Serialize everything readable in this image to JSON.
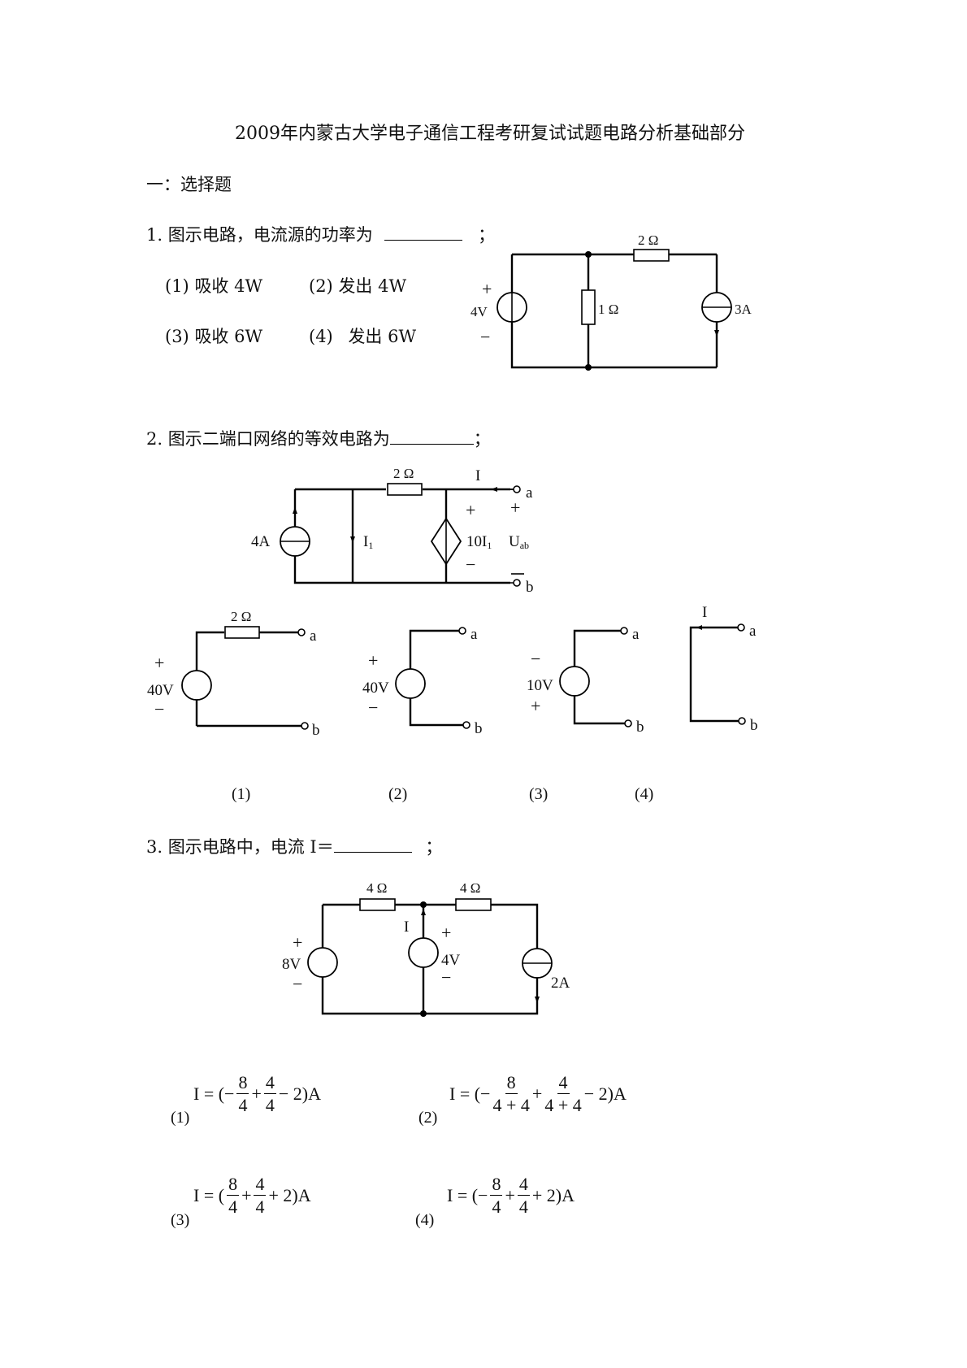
{
  "document": {
    "title": "2009年内蒙古大学电子通信工程考研复试试题电路分析基础部分",
    "section": "一：选择题"
  },
  "q1": {
    "number": "1.",
    "stem": "图示电路，电流源的功率为",
    "end": "；",
    "options": [
      {
        "num": "(1)",
        "text": "吸收 4W"
      },
      {
        "num": "(2)",
        "text": "发出 4W"
      },
      {
        "num": "(3)",
        "text": "吸收 6W"
      },
      {
        "num": "(4)",
        "text": "发出 6W"
      }
    ],
    "circuit": {
      "vsource_label": "4V",
      "plus": "+",
      "minus": "−",
      "r1_label": "1 Ω",
      "r2_label": "2 Ω",
      "isource_label": "3A"
    }
  },
  "q2": {
    "number": "2.",
    "stem": "图示二端口网络的等效电路为",
    "end": "；",
    "circuit": {
      "isource_label": "4A",
      "i1_label": "I",
      "i1_sub": "1",
      "r_label": "2 Ω",
      "dep_label": "10I",
      "dep_sub": "1",
      "i_label": "I",
      "uab_label": "U",
      "uab_sub": "ab",
      "term_a": "a",
      "term_b": "b",
      "plus": "+",
      "minus": "−"
    },
    "options": [
      {
        "num": "(1)",
        "source": "40V",
        "top": "+",
        "bottom": "−",
        "resistor": "2 Ω"
      },
      {
        "num": "(2)",
        "source": "40V",
        "top": "+",
        "bottom": "−"
      },
      {
        "num": "(3)",
        "source": "10V",
        "top": "−",
        "bottom": "+"
      },
      {
        "num": "(4)",
        "current": "I"
      }
    ],
    "term_a": "a",
    "term_b": "b"
  },
  "q3": {
    "number": "3.",
    "stem": "图示电路中，电流 I＝",
    "end": "；",
    "circuit": {
      "v1_label": "8V",
      "v2_label": "4V",
      "r1_label": "4 Ω",
      "r2_label": "4 Ω",
      "isource_label": "2A",
      "i_label": "I",
      "plus": "+",
      "minus": "−"
    },
    "options": [
      {
        "num": "(1)",
        "lhs": "I = (−",
        "f1n": "8",
        "f1d": "4",
        "op1": "+",
        "f2n": "4",
        "f2d": "4",
        "tail": "− 2)A"
      },
      {
        "num": "(2)",
        "lhs": "I = (−",
        "f1n": "8",
        "f1d": "4 + 4",
        "op1": "+",
        "f2n": "4",
        "f2d": "4 + 4",
        "tail": "− 2)A"
      },
      {
        "num": "(3)",
        "lhs": "I = (",
        "f1n": "8",
        "f1d": "4",
        "op1": "+",
        "f2n": "4",
        "f2d": "4",
        "tail": "+ 2)A"
      },
      {
        "num": "(4)",
        "lhs": "I = (−",
        "f1n": "8",
        "f1d": "4",
        "op1": "+",
        "f2n": "4",
        "f2d": "4",
        "tail": "+ 2)A"
      }
    ]
  }
}
